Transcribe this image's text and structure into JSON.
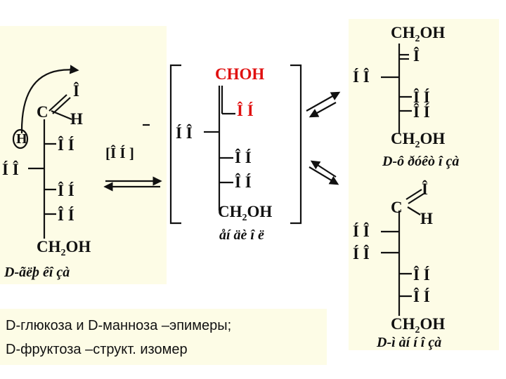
{
  "left": {
    "aldehyde_c": "C",
    "aldehyde_o": "Î",
    "aldehyde_h": "H",
    "c2_h": "H",
    "c2_left": "Í Î",
    "c2_right": "Î Í",
    "c3_right": "Î Í",
    "c4_right": "Î Í",
    "ch2oh": "CH",
    "ch2oh_sub": "2",
    "ch2oh_tail": "OH",
    "caption": "D-ãëþ êî çà"
  },
  "middle": {
    "reagent_box_top": "[Î Í ]",
    "reagent_bar": "–",
    "chohh": "CHOH",
    "c1_right": "Î Í",
    "c2_left": "Í Î",
    "c3_right": "Î Í",
    "c4_right": "Î Í",
    "ch2oh": "CH",
    "ch2oh_sub": "2",
    "ch2oh_tail": "OH",
    "caption": "åí äè î ë"
  },
  "right_top": {
    "ch2oh_top": "CH",
    "ch2oh_top_sub": "2",
    "ch2oh_top_tail": "OH",
    "keto_o": "Î",
    "c3_left": "Í Î",
    "c4_right": "Î Í",
    "c5_right": "Î Í",
    "ch2oh_bottom": "CH",
    "ch2oh_bottom_sub": "2",
    "ch2oh_bottom_tail": "OH",
    "caption": "D-ô ðóêò î çà"
  },
  "right_bottom": {
    "aldehyde_c": "C",
    "aldehyde_o": "Î",
    "aldehyde_h": "H",
    "c2_left": "Í Î",
    "c3_left": "Í Î",
    "c4_right": "Î Í",
    "c5_right": "Î Í",
    "ch2oh": "CH",
    "ch2oh_sub": "2",
    "ch2oh_tail": "OH",
    "caption": "D-ì àí í î çà"
  },
  "note": {
    "line1": "D-глюкоза и D-манноза –эпимеры;",
    "line2": "D-фруктоза –структ. изомер"
  },
  "colors": {
    "panel_bg": "#fdfce6",
    "accent_red": "#e01010",
    "ink": "#111111"
  }
}
